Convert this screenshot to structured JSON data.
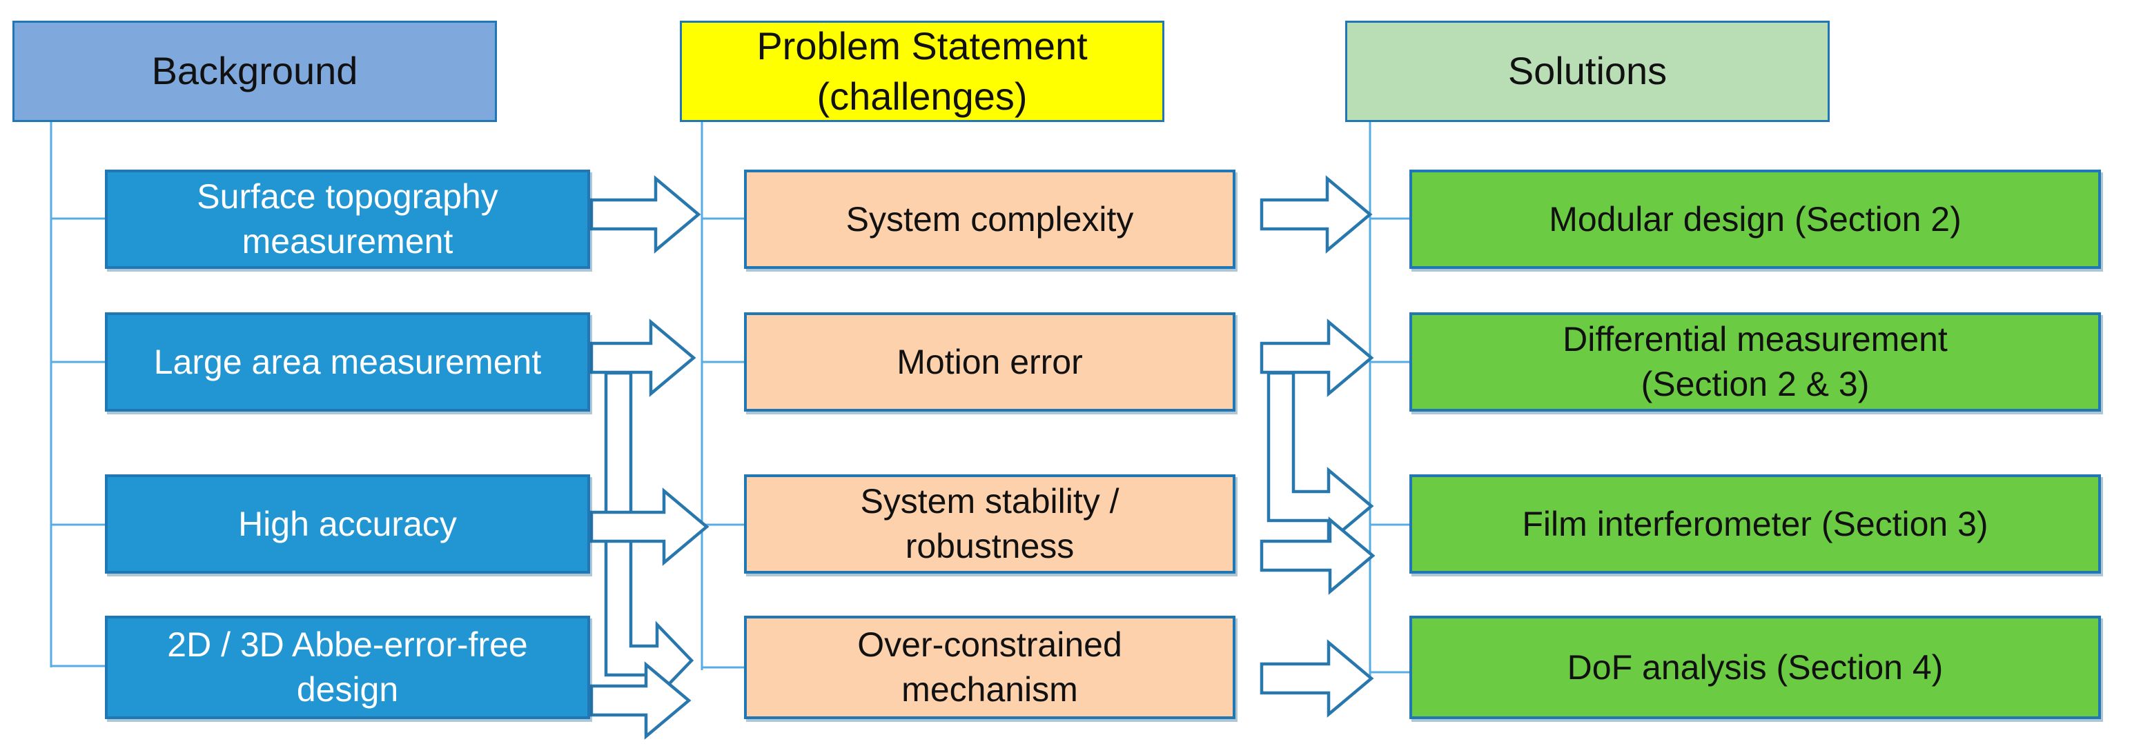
{
  "title": "Paper overview flowchart",
  "palette": {
    "header_blue": "#7FA8DC",
    "header_yellow": "#FFFF00",
    "header_green": "#B9DDB4",
    "box_cyan": "#2196D3",
    "box_peach": "#FCD1AC",
    "box_green": "#6BCB43",
    "border": "#2077B4",
    "line": "#56ACE4",
    "arrow_stroke": "#2878AE"
  },
  "columns": [
    {
      "id": "background",
      "header": "Background",
      "items": [
        "Surface topography\nmeasurement",
        "Large area measurement",
        "High accuracy",
        "2D / 3D Abbe-error-free\ndesign"
      ]
    },
    {
      "id": "problems",
      "header": "Problem Statement\n(challenges)",
      "items": [
        "System complexity",
        "Motion error",
        "System stability /\nrobustness",
        "Over-constrained\nmechanism"
      ]
    },
    {
      "id": "solutions",
      "header": "Solutions",
      "items": [
        "Modular design (Section 2)",
        "Differential measurement\n(Section 2 & 3)",
        "Film interferometer (Section 3)",
        "DoF analysis (Section 4)"
      ]
    }
  ],
  "connections": [
    {
      "from": "Surface topography measurement",
      "to": "System complexity"
    },
    {
      "from": "Large area measurement",
      "to": "Motion error"
    },
    {
      "from": "Large area measurement",
      "to": "Over-constrained mechanism"
    },
    {
      "from": "High accuracy",
      "to": "System stability / robustness"
    },
    {
      "from": "2D / 3D Abbe-error-free design",
      "to": "Over-constrained mechanism"
    },
    {
      "from": "System complexity",
      "to": "Modular design (Section 2)"
    },
    {
      "from": "Motion error",
      "to": "Differential measurement (Section 2 & 3)"
    },
    {
      "from": "Motion error",
      "to": "Film interferometer (Section 3)"
    },
    {
      "from": "System stability / robustness",
      "to": "Film interferometer (Section 3)"
    },
    {
      "from": "Over-constrained mechanism",
      "to": "DoF analysis (Section 4)"
    }
  ]
}
